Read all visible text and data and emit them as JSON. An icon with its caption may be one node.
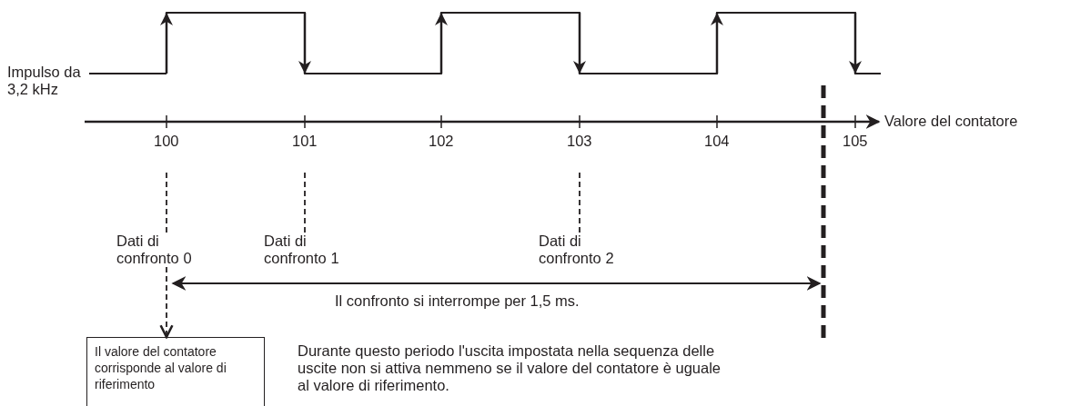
{
  "diagram": {
    "nodes": [
      {
        "text": [
          "Impulso da 3,2 kHz"
        ]
      },
      {
        "text": [],
        "shape": "picture"
      },
      {
        "text": [
          "Dati di confronto 0"
        ]
      },
      {
        "text": [
          "Dati di confronto 1"
        ]
      },
      {
        "text": [
          "Dati di confronto 2"
        ]
      },
      {
        "text": [
          "Il valore del contatore corrisponde al valore di riferimento"
        ]
      }
    ],
    "edges": [
      {
        "from": 0,
        "to": 1,
        "arrow": "none"
      },
      {
        "from": 2,
        "to": null,
        "arrow": "none",
        "style": "dashed"
      },
      {
        "from": 3,
        "to": null,
        "arrow": "none",
        "style": "dashed"
      },
      {
        "from": 4,
        "to": null,
        "arrow": "none",
        "style": "dashed"
      },
      {
        "from": 2,
        "to": 5,
        "arrow": "to",
        "style": "dashed"
      }
    ],
    "labels": [
      "Valore del contatore",
      "100",
      "101",
      "102",
      "103",
      "104",
      "105",
      "Il confronto si interrompe per 1,5 ms.",
      "Durante questo periodo l'uscita impostata nella sequenza delle uscite non si attiva nemmeno se il valore del contatore è uguale al valore di riferimento."
    ]
  }
}
